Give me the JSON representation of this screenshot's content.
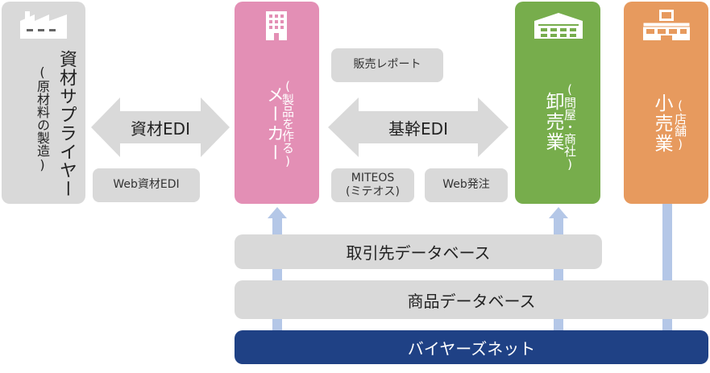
{
  "actors": {
    "supplier": {
      "name": "資材サプライヤー",
      "sub": "(原材料の製造)"
    },
    "maker": {
      "name": "メーカー",
      "sub": "(製品を作る)"
    },
    "wholesale": {
      "name": "卸売業",
      "sub": "(問屋・商社)"
    },
    "retail": {
      "name": "小売業",
      "sub": "(店舗)"
    }
  },
  "arrows": {
    "shizai_edi": "資材EDI",
    "kikan_edi": "基幹EDI"
  },
  "pills": {
    "web_shizai_edi": "Web資材EDI",
    "hanbai_report": "販売レポート",
    "miteos_line1": "MITEOS",
    "miteos_line2": "(ミテオス)",
    "web_hacchu": "Web発注"
  },
  "bars": {
    "torihikisaki_db": "取引先データベース",
    "shohin_db": "商品データベース",
    "buyers_net": "バイヤーズネット"
  },
  "icons": {
    "supplier": "factory-icon",
    "maker": "office-building-icon",
    "wholesale": "warehouse-icon",
    "retail": "pharmacy-store-icon"
  },
  "colors": {
    "supplier": "#d9d9d9",
    "maker": "#e38fb5",
    "wholesale": "#77ad4c",
    "retail": "#e79a5e",
    "gray": "#d9d9d9",
    "connector": "#b4c7e7",
    "buyers_net": "#1f4185"
  }
}
